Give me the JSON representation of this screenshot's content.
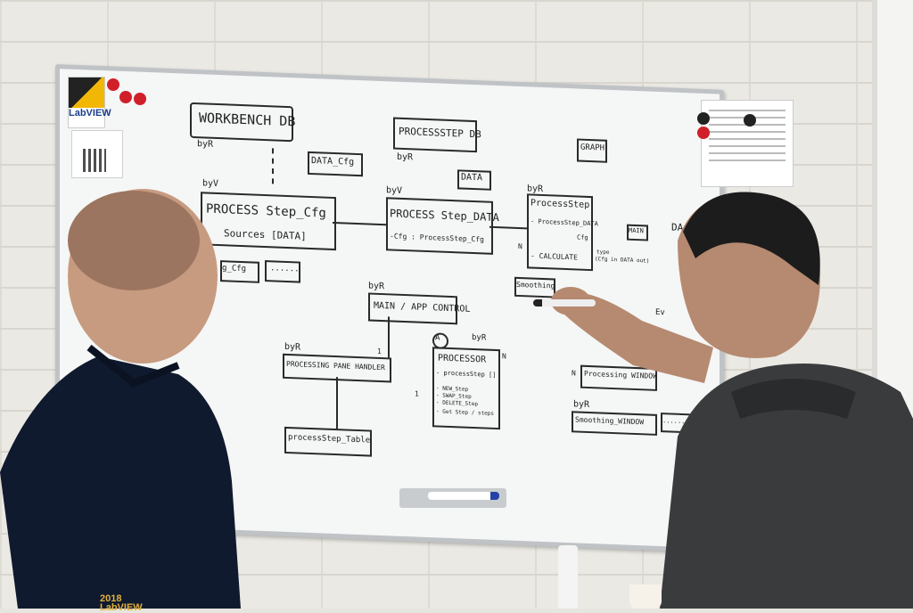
{
  "scene": {
    "description_colors": {
      "board": "#f5f6f6",
      "frame": "#bfc3c6",
      "ink": "#222222",
      "shirt_left": "#0f1a2e",
      "hoodie_right": "#3a3b3d",
      "magnet": "#d11f2a"
    }
  },
  "logo": {
    "text": "LabVIEW"
  },
  "shirt": {
    "year": "2018",
    "brand": "LabVIEW"
  },
  "whiteboard": {
    "workbench_db": "WORKBENCH DB",
    "workbench_by": "byR",
    "processstep_db": "PROCESSSTEP DB",
    "processstep_db_by": "byR",
    "graph": "GRAPH",
    "data_cfg": "DATA_Cfg",
    "data": "DATA",
    "ps_cfg_by": "byV",
    "ps_cfg": "PROCESS Step_Cfg",
    "ps_cfg_sources": "Sources [DATA]",
    "ps_data_by": "byV",
    "ps_data": "PROCESS Step_DATA",
    "ps_data_cfg": "-Cfg : ProcessStep_Cfg",
    "ps_by": "byR",
    "ps": "ProcessStep",
    "ps_attr": "- ProcessStep_DATA",
    "ps_method": "- CALCULATE",
    "n_label": "N",
    "cfg_label": "Cfg",
    "type_label": "type",
    "ps_note": "(Cfg in DATA out)",
    "main": "MAIN",
    "d_partial": "DA",
    "smoothing": "Smoothing",
    "ev_partial": "Ev",
    "cfg_partial": "g_Cfg",
    "dots1": "......",
    "main_app_by": "byR",
    "main_app": "MAIN / APP CONTROL",
    "pph_by": "byR",
    "pph": "PROCESSING PANE HANDLER",
    "one_a": "1",
    "processor_marker": "A",
    "processor_by": "byR",
    "processor": "PROCESSOR",
    "processor_attr": "- processStep []",
    "processor_m1": "- NEW_Step",
    "processor_m2": "- SWAP_Step",
    "processor_m3": "- DELETE_Step",
    "processor_m4": "- Get Step / steps",
    "one_b": "1",
    "n_b": "N",
    "n_c": "N",
    "pw": "Processing WINDOW",
    "sw_by": "byR",
    "sw": "Smoothing_WINDOW",
    "w_dots": "........WINDOW",
    "pst": "processStep_Table"
  }
}
